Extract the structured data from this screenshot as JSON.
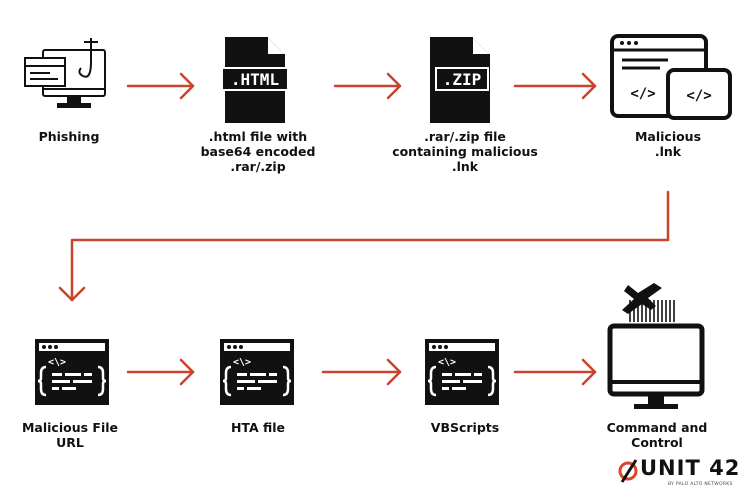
{
  "steps": {
    "phishing": "Phishing",
    "html_file": [
      ".html file with",
      "base64 encoded",
      ".rar/.zip"
    ],
    "zip_file": [
      ".rar/.zip file",
      "containing malicious",
      ".lnk"
    ],
    "malicious_lnk": [
      "Malicious",
      ".lnk"
    ],
    "malicious_url": [
      "Malicious File",
      "URL"
    ],
    "hta_file": "HTA file",
    "vbscripts": "VBScripts",
    "c2": [
      "Command and",
      "Control"
    ]
  },
  "icons": {
    "html_badge": ".HTML",
    "zip_badge": ".ZIP",
    "code_glyph": "</>",
    "code_glyph_small": "<\\>"
  },
  "logo": {
    "name": "UNIT 42",
    "sub": "BY PALO ALTO NETWORKS"
  },
  "colors": {
    "arrow": "#c8442c",
    "ink": "#111111",
    "logo_accent": "#d9472a"
  }
}
